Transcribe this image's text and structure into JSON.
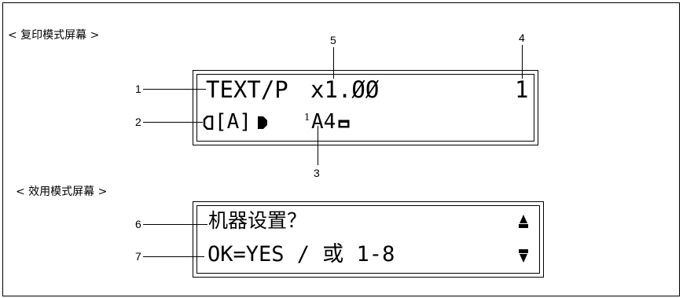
{
  "copy_screen": {
    "section_title": "< 复印模式屏幕 >",
    "line1_mode": "TEXT/P",
    "line1_zoom": "x1.ØØ",
    "line1_count": "1",
    "line2_density": "[A]",
    "line2_tray_superscript": "1",
    "line2_paper": "A4",
    "callouts": {
      "c1": "1",
      "c2": "2",
      "c3": "3",
      "c4": "4",
      "c5": "5"
    }
  },
  "utility_screen": {
    "section_title": "< 效用模式屏幕 >",
    "line1_text": "机器设置？",
    "line2_text": "OK=YES / 或 1-8",
    "callouts": {
      "c6": "6",
      "c7": "7"
    }
  },
  "icons": {
    "density_lighter": "density-lighter-icon",
    "density_darker": "density-darker-icon",
    "paper_orientation": "paper-landscape-icon",
    "scroll_up": "scroll-up-arrow-icon",
    "scroll_down": "scroll-down-arrow-icon"
  }
}
